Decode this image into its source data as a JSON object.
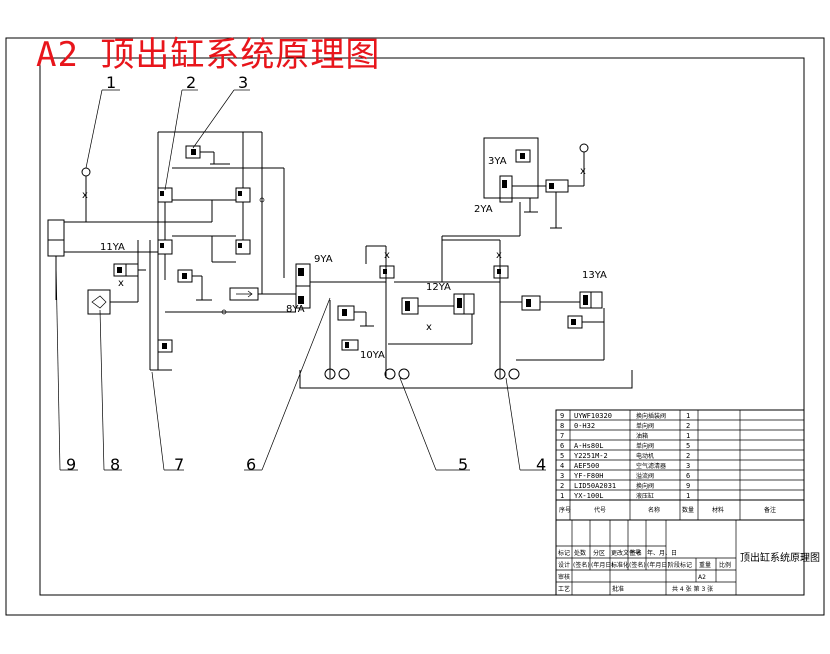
{
  "drawing": {
    "title": "A2 顶出缸系统原理图",
    "frame_title": "顶出缸系统原理图"
  },
  "callouts": [
    "1",
    "2",
    "3",
    "4",
    "5",
    "6",
    "7",
    "8",
    "9"
  ],
  "valve_labels": {
    "v9ya": "9YA",
    "v8ya": "8YA",
    "v11ya": "11YA",
    "v10ya": "10YA",
    "v12ya": "12YA",
    "v13ya": "13YA",
    "v3ya": "3YA",
    "v2ya": "2YA"
  },
  "parts_list": {
    "rows": [
      {
        "no": "9",
        "code": "UYWF10320",
        "name": "换向插装阀",
        "qty": "1"
      },
      {
        "no": "8",
        "code": "0-H32",
        "name": "单向阀",
        "qty": "2"
      },
      {
        "no": "7",
        "code": "",
        "name": "油箱",
        "qty": "1"
      },
      {
        "no": "6",
        "code": "A-Hs80L",
        "name": "单向阀",
        "qty": "5"
      },
      {
        "no": "5",
        "code": "Y2251M-2",
        "name": "电动机",
        "qty": "2"
      },
      {
        "no": "4",
        "code": "AEF500",
        "name": "空气滤清器",
        "qty": "3"
      },
      {
        "no": "3",
        "code": "YF-F80H",
        "name": "溢流阀",
        "qty": "6"
      },
      {
        "no": "2",
        "code": "LID50A2031",
        "name": "换向阀",
        "qty": "9"
      },
      {
        "no": "1",
        "code": "YX-100L",
        "name": "液压缸",
        "qty": "1"
      }
    ],
    "header": [
      "序号",
      "代号",
      "名称",
      "数量",
      "材料",
      "备注"
    ]
  },
  "title_block": {
    "sign_row": [
      "标记",
      "处数",
      "分区",
      "更改文件号",
      "签名",
      "年、月、日"
    ],
    "design_row": [
      "设计",
      "(签名)",
      "(年月日)",
      "标准化",
      "(签名)",
      "(年月日)"
    ],
    "stage_labels": [
      "阶段标记",
      "重量",
      "比例"
    ],
    "scale": "A2",
    "review": "审核",
    "craft": "工艺",
    "approve": "批准",
    "sheet_text": "共 4 张 第 3 张"
  }
}
